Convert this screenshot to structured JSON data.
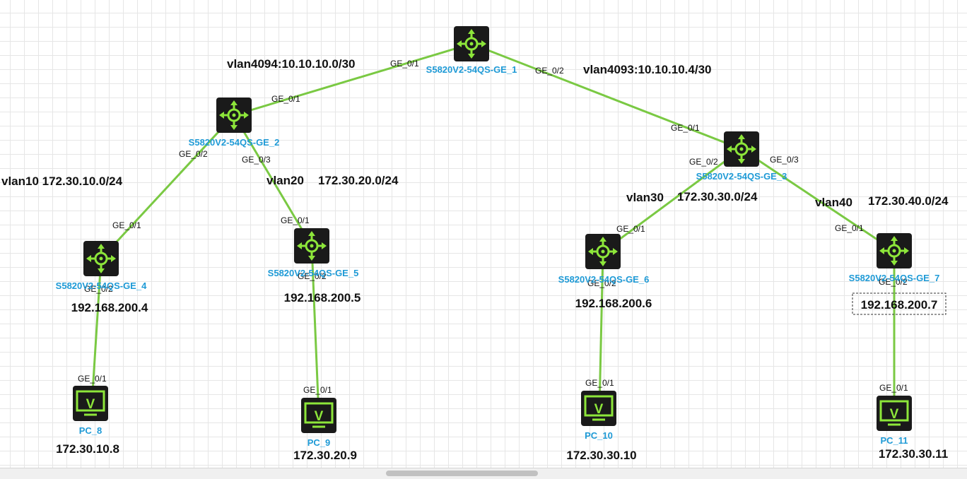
{
  "colors": {
    "link": "#7ac943",
    "device_bg": "#1a1a1a",
    "device_icon": "#8de63a",
    "name": "#1e9ad6"
  },
  "networks": {
    "vlan4094": "vlan4094:10.10.10.0/30",
    "vlan4093": "vlan4093:10.10.10.4/30",
    "vlan10": "vlan10 172.30.10.0/24",
    "vlan20_name": "vlan20",
    "vlan20_subnet": "172.30.20.0/24",
    "vlan30_name": "vlan30",
    "vlan30_subnet": "172.30.30.0/24",
    "vlan40_name": "vlan40",
    "vlan40_subnet": "172.30.40.0/24"
  },
  "switches": {
    "sw1": {
      "name": "S5820V2-54QS-GE_1",
      "icon": "switch-icon"
    },
    "sw2": {
      "name": "S5820V2-54QS-GE_2",
      "icon": "switch-icon"
    },
    "sw3": {
      "name": "S5820V2-54QS-GE_3",
      "icon": "switch-icon"
    },
    "sw4": {
      "name": "S5820V2-54QS-GE_4",
      "ip": "192.168.200.4",
      "icon": "switch-icon"
    },
    "sw5": {
      "name": "S5820V2-54QS-GE_5",
      "ip": "192.168.200.5",
      "icon": "switch-icon"
    },
    "sw6": {
      "name": "S5820V2-54QS-GE_6",
      "ip": "192.168.200.6",
      "icon": "switch-icon"
    },
    "sw7": {
      "name": "S5820V2-54QS-GE_7",
      "ip": "192.168.200.7",
      "icon": "switch-icon"
    }
  },
  "pcs": {
    "pc8": {
      "name": "PC_8",
      "ip": "172.30.10.8",
      "icon": "pc-icon",
      "glyph": "V"
    },
    "pc9": {
      "name": "PC_9",
      "ip": "172.30.20.9",
      "icon": "pc-icon",
      "glyph": "V"
    },
    "pc10": {
      "name": "PC_10",
      "ip": "172.30.30.10",
      "icon": "pc-icon",
      "glyph": "V"
    },
    "pc11": {
      "name": "PC_11",
      "ip": "172.30.30.11",
      "icon": "pc-icon",
      "glyph": "V"
    }
  },
  "ports": {
    "ge01": "GE_0/1",
    "ge02": "GE_0/2",
    "ge03": "GE_0/3"
  }
}
